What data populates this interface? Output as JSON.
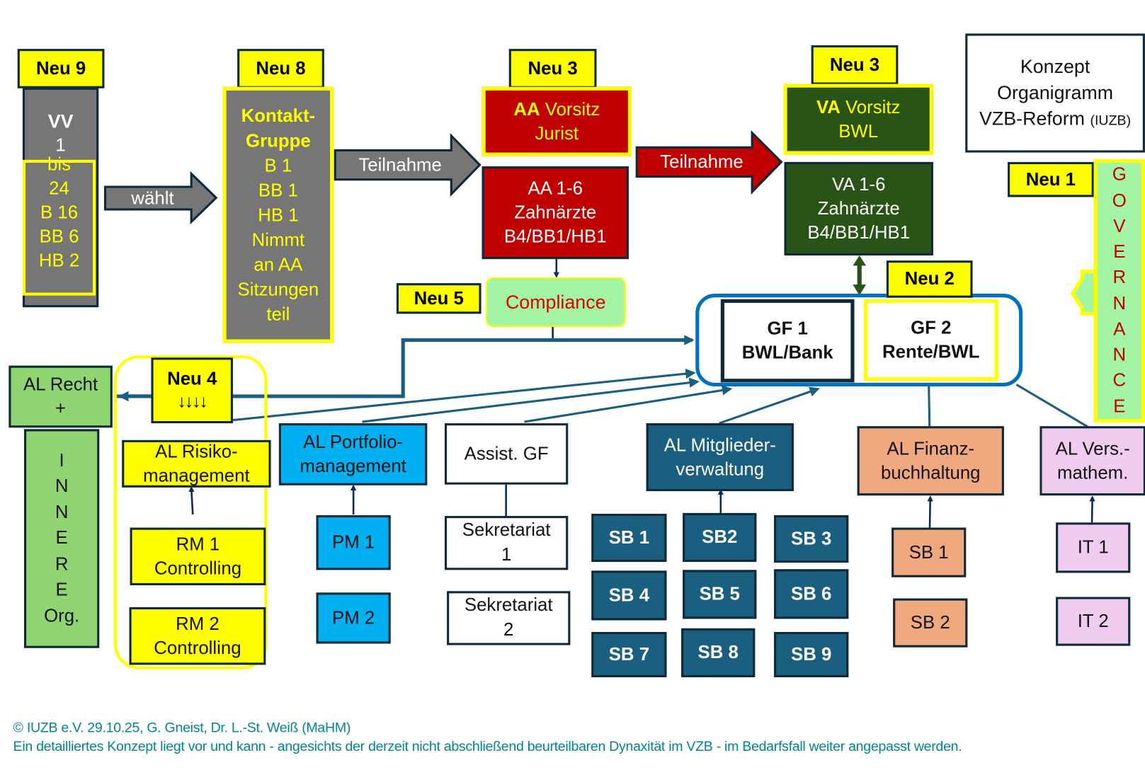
{
  "title_box": {
    "line1": "Konzept",
    "line2": "Organigramm",
    "line3": "VZB-Reform",
    "suffix": "(IUZB)"
  },
  "labels": {
    "neu9": "Neu 9",
    "neu8": "Neu 8",
    "neu3a": "Neu 3",
    "neu3b": "Neu 3",
    "neu5": "Neu 5",
    "neu1": "Neu 1",
    "neu2": "Neu 2",
    "neu4": "Neu 4",
    "neu4_arrows": "↓↓↓↓"
  },
  "vv": {
    "title": "VV",
    "lines": [
      "1",
      "bis",
      "24",
      "B 16",
      "BB 6",
      "HB 2"
    ]
  },
  "arrows": {
    "waehlt": "wählt",
    "teilnahme1": "Teilnahme",
    "teilnahme2": "Teilnahme"
  },
  "kontakt": {
    "title1": "Kontakt-",
    "title2": "Gruppe",
    "lines": [
      "B 1",
      "BB 1",
      "HB 1",
      "Nimmt",
      "an AA",
      "Sitzungen",
      "teil"
    ]
  },
  "aa_vorsitz": {
    "bold": "AA",
    "rest": " Vorsitz",
    "line2": "Jurist"
  },
  "aa_members": {
    "lines": [
      "AA 1-6",
      "Zahnärzte",
      "B4/BB1/HB1"
    ]
  },
  "va_vorsitz": {
    "bold": "VA",
    "rest": " Vorsitz",
    "line2": "BWL"
  },
  "va_members": {
    "lines": [
      "VA 1-6",
      "Zahnärzte",
      "B4/BB1/HB1"
    ]
  },
  "compliance": "Compliance",
  "governance": [
    "G",
    "O",
    "V",
    "E",
    "R",
    "N",
    "A",
    "N",
    "C",
    "E"
  ],
  "gf1": {
    "line1": "GF 1",
    "line2": "BWL/Bank"
  },
  "gf2": {
    "line1": "GF 2",
    "line2": "Rente/BWL"
  },
  "al_recht": {
    "line1": "AL Recht",
    "line2": "+"
  },
  "innere": [
    "I",
    "N",
    "N",
    "E",
    "R",
    "E",
    "Org."
  ],
  "risk": {
    "al": [
      "AL Risiko-",
      "management"
    ],
    "rm1": [
      "RM 1",
      "Controlling"
    ],
    "rm2": [
      "RM 2",
      "Controlling"
    ]
  },
  "portfolio": {
    "al": [
      "AL Portfolio-",
      "management"
    ],
    "pm1": "PM 1",
    "pm2": "PM 2"
  },
  "assist": {
    "al": "Assist. GF",
    "sek1": [
      "Sekretariat",
      "1"
    ],
    "sek2": [
      "Sekretariat",
      "2"
    ]
  },
  "mitglieder": {
    "al": [
      "AL Mitglieder-",
      "verwaltung"
    ],
    "sb": [
      "SB 1",
      "SB2",
      "SB 3",
      "SB 4",
      "SB 5",
      "SB 6",
      "SB 7",
      "SB 8",
      "SB 9"
    ]
  },
  "finanz": {
    "al": [
      "AL Finanz-",
      "buchhaltung"
    ],
    "sb1": "SB 1",
    "sb2": "SB 2"
  },
  "versmath": {
    "al": [
      "AL Vers.-",
      "mathem."
    ],
    "it1": "IT 1",
    "it2": "IT 2"
  },
  "footer": {
    "line1": "© IUZB e.V. 29.10.25, G. Gneist, Dr. L.-St. Weiß (MaHM)",
    "line2": "Ein detailliertes Konzept liegt vor und kann - angesichts der derzeit nicht abschließend beurteilbaren Dynaxität im VZB - im Bedarfsfall weiter angepasst werden."
  },
  "colors": {
    "yellow": "#ffff00",
    "gray": "#767676",
    "aa_red": "#c00000",
    "va_green": "#2a5318",
    "compliance_bg": "#a3f5a3",
    "gf_blue": "#0070c0",
    "al_recht_green": "#8fd673",
    "portfolio_blue": "#00b0f0",
    "mitglieder_teal": "#1b5f80",
    "finanz_orange": "#f0a87f",
    "versmath_pink": "#f0cdee",
    "footer_teal": "#00868b"
  }
}
